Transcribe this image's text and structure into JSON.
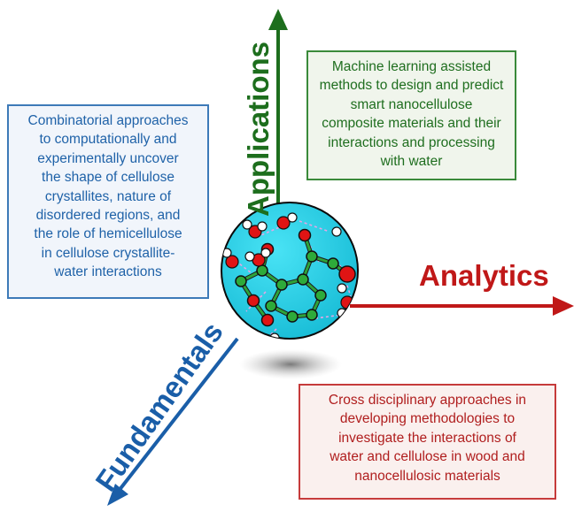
{
  "axes": {
    "applications": {
      "label": "Applications",
      "color": "#1d6e1d"
    },
    "analytics": {
      "label": "Analytics",
      "color": "#c01818"
    },
    "fundamentals": {
      "label": "Fundamentals",
      "color": "#1a5ea8"
    }
  },
  "boxes": {
    "fundamentals": "Combinatorial approaches\nto computationally and\nexperimentally uncover\nthe shape of cellulose\ncrystallites, nature of\ndisordered regions, and\nthe role of hemicellulose\nin cellulose crystallite-\nwater interactions",
    "applications": "Machine learning assisted\nmethods to design and predict\nsmart nanocellulose\ncomposite materials and their\ninteractions and processing\nwith water",
    "analytics": "Cross disciplinary approaches in\ndeveloping methodologies to\ninvestigate the interactions of\nwater and cellulose in wood and\nnanocellulosic materials"
  },
  "center_image": {
    "icon": "cellulose-water-molecule-sphere",
    "background": "#29d1ea"
  }
}
